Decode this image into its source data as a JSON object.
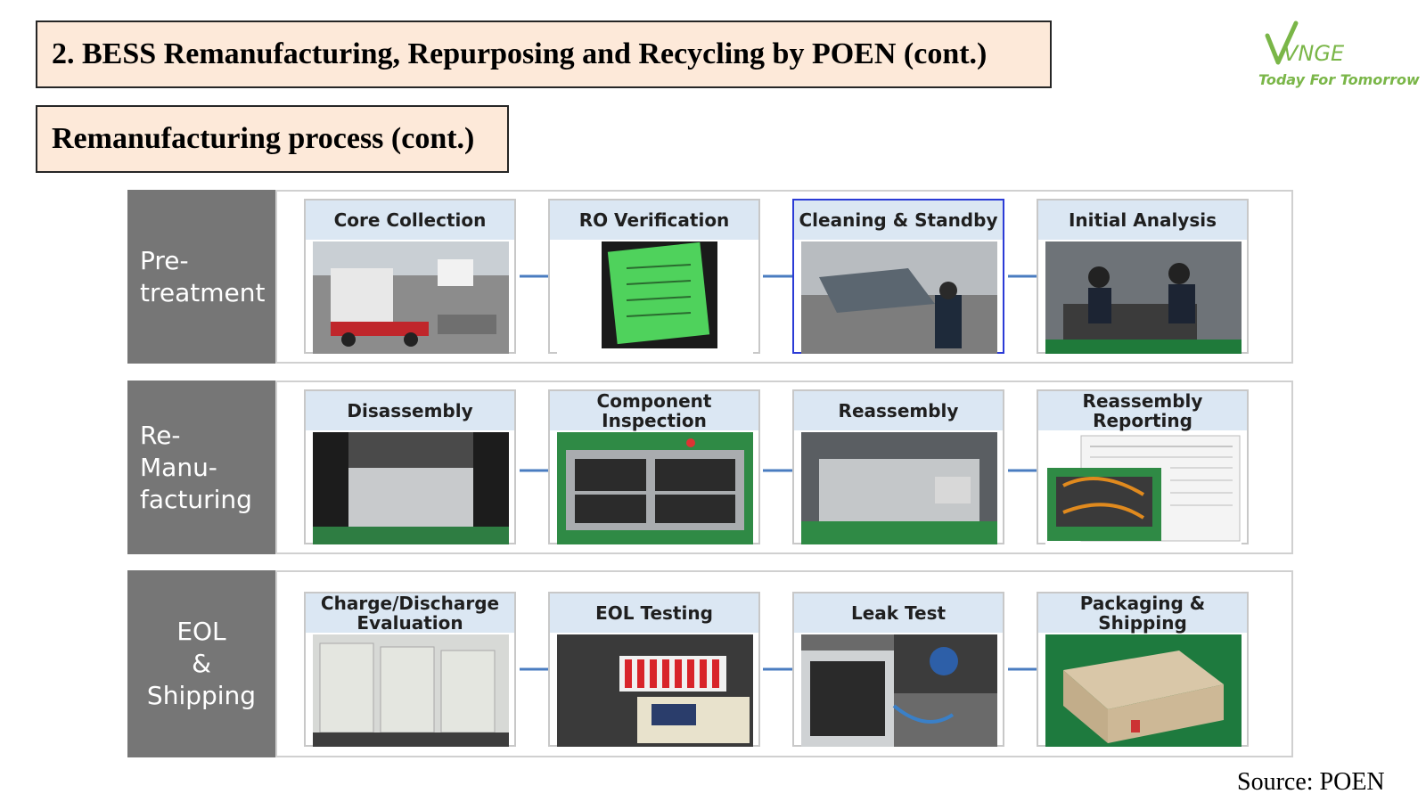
{
  "header": {
    "title": "2. BESS Remanufacturing, Repurposing and Recycling by POEN (cont.)",
    "subtitle": "Remanufacturing process (cont.)"
  },
  "logo": {
    "brand": "VNGE",
    "tagline": "Today For Tomorrow",
    "brand_color": "#7ab648"
  },
  "rows": [
    {
      "label": "Pre-\ntreatment",
      "steps": [
        {
          "label": "Core Collection",
          "photo": "forklift-with-battery-pack"
        },
        {
          "label": "RO Verification",
          "photo": "green-verification-tag"
        },
        {
          "label": "Cleaning & Standby",
          "photo": "hoisted-battery-pack"
        },
        {
          "label": "Initial Analysis",
          "photo": "technicians-inspecting-pack"
        }
      ]
    },
    {
      "label": "Re-\nManu-\nfacturing",
      "steps": [
        {
          "label": "Disassembly",
          "photo": "opening-battery-case"
        },
        {
          "label": "Component Inspection",
          "photo": "open-battery-modules"
        },
        {
          "label": "Reassembly",
          "photo": "reassembled-pack"
        },
        {
          "label": "Reassembly Reporting",
          "photo": "report-document-and-cables"
        }
      ]
    },
    {
      "label": "EOL\n&\nShipping",
      "steps": [
        {
          "label": "Charge/Discharge Evaluation",
          "photo": "charge-discharge-cabinets"
        },
        {
          "label": "EOL Testing",
          "photo": "test-equipment-display"
        },
        {
          "label": "Leak Test",
          "photo": "leak-test-kit"
        },
        {
          "label": "Packaging & Shipping",
          "photo": "cardboard-box"
        }
      ]
    }
  ],
  "colors": {
    "title_fill": "#fde9d9",
    "row_label_fill": "#767676",
    "step_header_fill": "#dbe7f3",
    "arrow": "#4a7cc0",
    "selected_border": "#2b3bd6"
  },
  "source": "Source: POEN"
}
